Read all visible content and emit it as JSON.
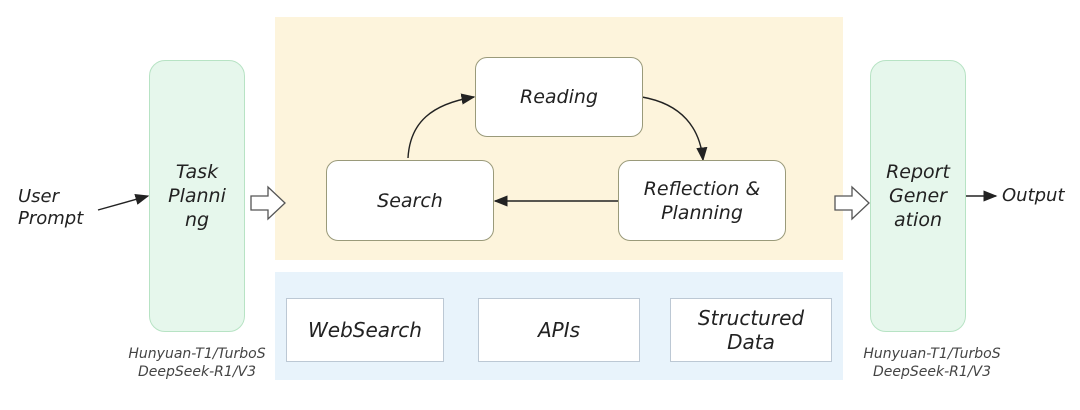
{
  "input": {
    "line1": "User",
    "line2": "Prompt"
  },
  "task_planning": {
    "line1": "Task",
    "line2": "Planni",
    "line3": "ng"
  },
  "loop": {
    "reading": "Reading",
    "search": "Search",
    "reflection_line1": "Reflection &",
    "reflection_line2": "Planning"
  },
  "sources": {
    "websearch": "WebSearch",
    "apis": "APIs",
    "structured_line1": "Structured",
    "structured_line2": "Data"
  },
  "report_generation": {
    "line1": "Report",
    "line2": "Gener",
    "line3": "ation"
  },
  "output": "Output",
  "models_left": {
    "line1": "Hunyuan-T1/TurboS",
    "line2": "DeepSeek-R1/V3"
  },
  "models_right": {
    "line1": "Hunyuan-T1/TurboS",
    "line2": "DeepSeek-R1/V3"
  }
}
